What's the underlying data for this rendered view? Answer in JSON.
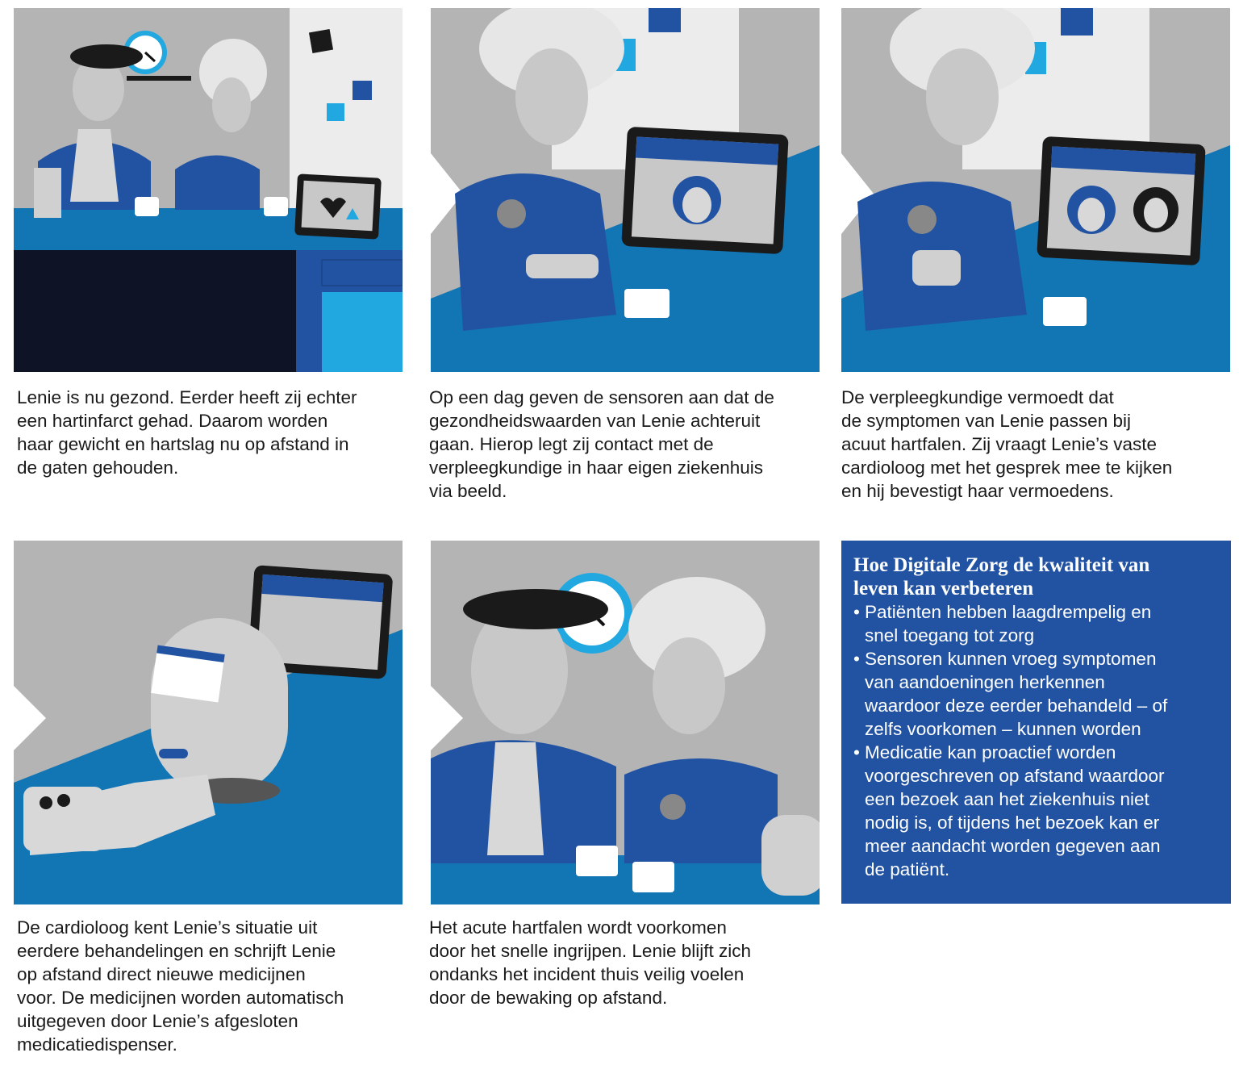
{
  "colors": {
    "blue": "#2253a3",
    "table": "#1275b4",
    "cyan": "#22a8e0",
    "gray": "#b4b4b4",
    "navy": "#0e1426"
  },
  "panels": [
    {
      "caption": [
        "Lenie is nu gezond. Eerder heeft zij echter",
        "een hartinfarct gehad. Daarom worden",
        "haar gewicht en hartslag nu op afstand in",
        "de gaten gehouden."
      ]
    },
    {
      "caption": [
        "Op een dag geven de sensoren aan dat de",
        "gezondheidswaarden van Lenie achteruit",
        "gaan. Hierop legt zij contact met de",
        "verpleegkundige in haar eigen ziekenhuis",
        "via beeld."
      ]
    },
    {
      "caption": [
        "De verpleegkundige vermoedt dat",
        "de symptomen van Lenie passen bij",
        "acuut hartfalen. Zij vraagt Lenie’s vaste",
        "cardioloog met het gesprek mee te kijken",
        "en hij bevestigt haar vermoedens."
      ]
    },
    {
      "caption": [
        "De cardioloog kent Lenie’s situatie uit",
        "eerdere behandelingen en schrijft Lenie",
        "op afstand direct nieuwe medicijnen",
        "voor. De medicijnen worden automatisch",
        "uitgegeven door Lenie’s afgesloten",
        "medicatiedispenser."
      ]
    },
    {
      "caption": [
        "Het acute hartfalen wordt voorkomen",
        "door het snelle ingrijpen. Lenie blijft zich",
        "ondanks het incident thuis veilig voelen",
        "door de bewaking op afstand."
      ]
    }
  ],
  "infobox": {
    "title": "Hoe Digitale Zorg de kwaliteit van leven kan verbeteren",
    "title_lines": [
      "Hoe Digitale Zorg de kwaliteit van",
      "leven kan verbeteren"
    ],
    "bullets": [
      [
        "Patiënten hebben laagdrempelig en",
        "snel toegang tot zorg"
      ],
      [
        "Sensoren kunnen vroeg symptomen",
        "van aandoeningen herkennen",
        "waardoor deze eerder behandeld – of",
        "zelfs voorkomen – kunnen worden"
      ],
      [
        "Medicatie kan proactief worden",
        "voorgeschreven op afstand waardoor",
        "een bezoek aan het ziekenhuis niet",
        "nodig is, of tijdens het bezoek kan er",
        "meer aandacht worden gegeven aan",
        "de patiënt."
      ]
    ]
  }
}
